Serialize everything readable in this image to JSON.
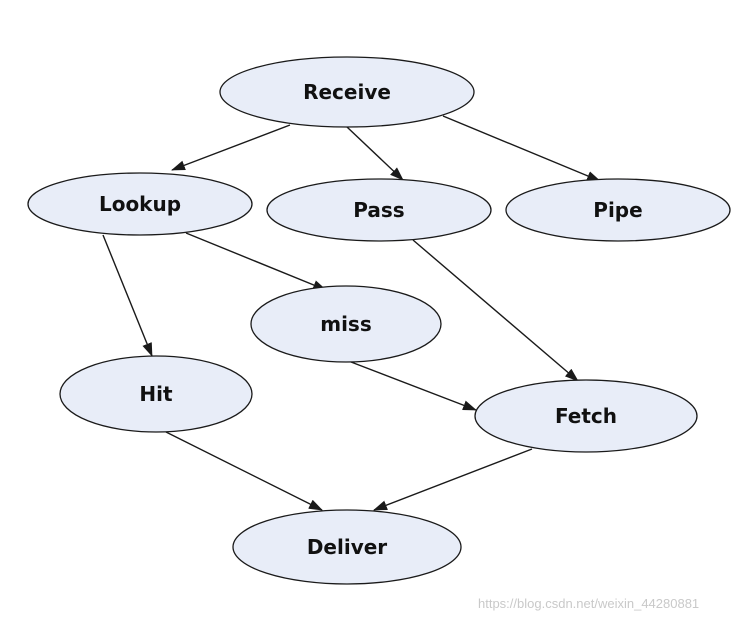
{
  "nodes": {
    "receive": "Receive",
    "lookup": "Lookup",
    "pass": "Pass",
    "pipe": "Pipe",
    "miss": "miss",
    "hit": "Hit",
    "fetch": "Fetch",
    "deliver": "Deliver"
  },
  "edges": [
    {
      "from": "receive",
      "to": "lookup"
    },
    {
      "from": "receive",
      "to": "pass"
    },
    {
      "from": "receive",
      "to": "pipe"
    },
    {
      "from": "lookup",
      "to": "miss"
    },
    {
      "from": "lookup",
      "to": "hit"
    },
    {
      "from": "pass",
      "to": "fetch"
    },
    {
      "from": "miss",
      "to": "fetch"
    },
    {
      "from": "hit",
      "to": "deliver"
    },
    {
      "from": "fetch",
      "to": "deliver"
    }
  ],
  "watermark": "https://blog.csdn.net/weixin_44280881",
  "colors": {
    "node_fill": "#e8edf8",
    "stroke": "#1a1a1a"
  }
}
